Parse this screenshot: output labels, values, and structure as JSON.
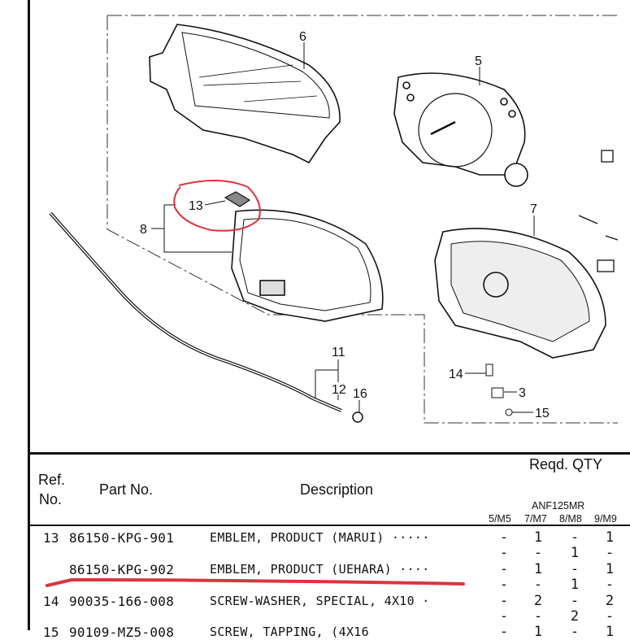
{
  "diagram": {
    "callouts": [
      "6",
      "5",
      "13",
      "8",
      "7",
      "11",
      "12",
      "16",
      "14",
      "3",
      "15"
    ],
    "highlight_color": "#d9363e"
  },
  "table": {
    "headers": {
      "ref_no_line1": "Ref.",
      "ref_no_line2": "No.",
      "part_no": "Part No.",
      "description": "Description",
      "reqd_qty": "Reqd. QTY",
      "model": "ANF125MR",
      "columns": [
        "5/M5",
        "7/M7",
        "8/M8",
        "9/M9"
      ]
    },
    "rows": [
      {
        "ref": "13",
        "part_no": "86150-KPG-901",
        "description": "EMBLEM, PRODUCT (MARUI) ·····",
        "qty_a": [
          "-",
          "1",
          "-",
          "1"
        ],
        "qty_b": [
          "-",
          "-",
          "1",
          "-"
        ]
      },
      {
        "ref": "",
        "part_no": "86150-KPG-902",
        "description": "EMBLEM, PRODUCT (UEHARA) ····",
        "qty_a": [
          "-",
          "1",
          "-",
          "1"
        ],
        "qty_b": [
          "-",
          "-",
          "1",
          "-"
        ]
      },
      {
        "ref": "14",
        "part_no": "90035-166-008",
        "description": "SCREW-WASHER, SPECIAL, 4X10 ·",
        "qty_a": [
          "-",
          "2",
          "-",
          "2"
        ],
        "qty_b": [
          "-",
          "-",
          "2",
          "-"
        ]
      },
      {
        "ref": "15",
        "part_no": "90109-MZ5-008",
        "description": "SCREW, TAPPING, (4X16",
        "qty_a": [
          "-",
          "1",
          "-",
          "1"
        ],
        "qty_b": []
      }
    ]
  }
}
